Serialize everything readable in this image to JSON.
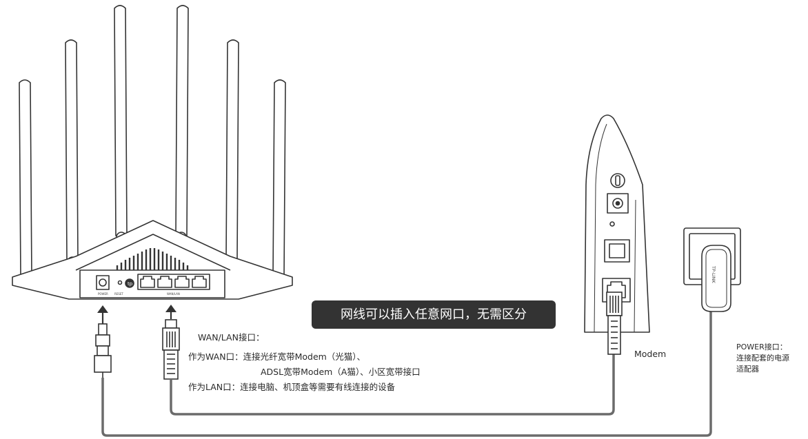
{
  "badge": "网线可以插入任意网口，无需区分",
  "wan_lan": {
    "title": "WAN/LAN接口：",
    "line1": "作为WAN口：连接光纤宽带Modem（光猫）、",
    "line2": "ADSL宽带Modem（A猫）、小区宽带接口",
    "line3": "作为LAN口：连接电脑、机顶盒等需要有线连接的设备"
  },
  "modem_label": "Modem",
  "power": {
    "title": "POWER接口：",
    "line1": "连接配套的电源",
    "line2": "适配器"
  },
  "router_panel": {
    "power_text": "POWER",
    "reset_text": "RESET",
    "ports_text": "WAN/LAN",
    "logo_text": "tp"
  },
  "adapter_brand": "TP-LINK"
}
